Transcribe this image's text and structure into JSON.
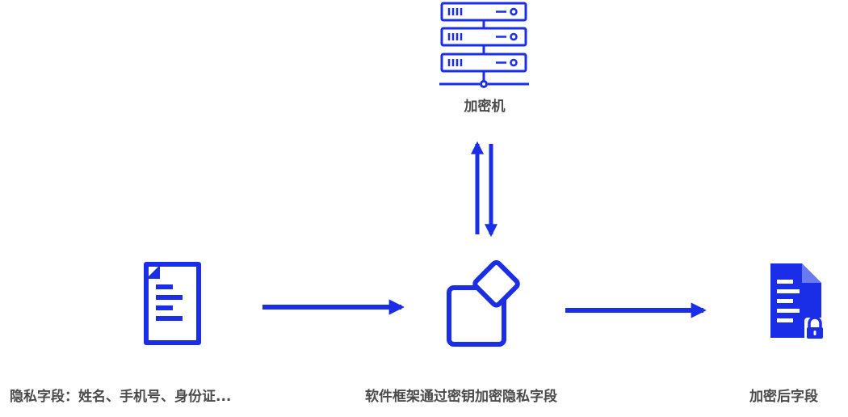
{
  "colors": {
    "primary": "#1a2ee8",
    "text": "#4a4a4a",
    "background": "#ffffff"
  },
  "nodes": {
    "server": {
      "icon": "server-rack-icon",
      "label": "加密机"
    },
    "source": {
      "icon": "document-icon",
      "label": "隐私字段：姓名、手机号、身份证..."
    },
    "process": {
      "icon": "software-framework-icon",
      "label": "软件框架通过密钥加密隐私字段"
    },
    "result": {
      "icon": "encrypted-document-lock-icon",
      "label": "加密后字段"
    }
  },
  "edges": [
    {
      "from": "process",
      "to": "server",
      "direction": "up"
    },
    {
      "from": "server",
      "to": "process",
      "direction": "down"
    },
    {
      "from": "source",
      "to": "process",
      "direction": "right"
    },
    {
      "from": "process",
      "to": "result",
      "direction": "right"
    }
  ]
}
